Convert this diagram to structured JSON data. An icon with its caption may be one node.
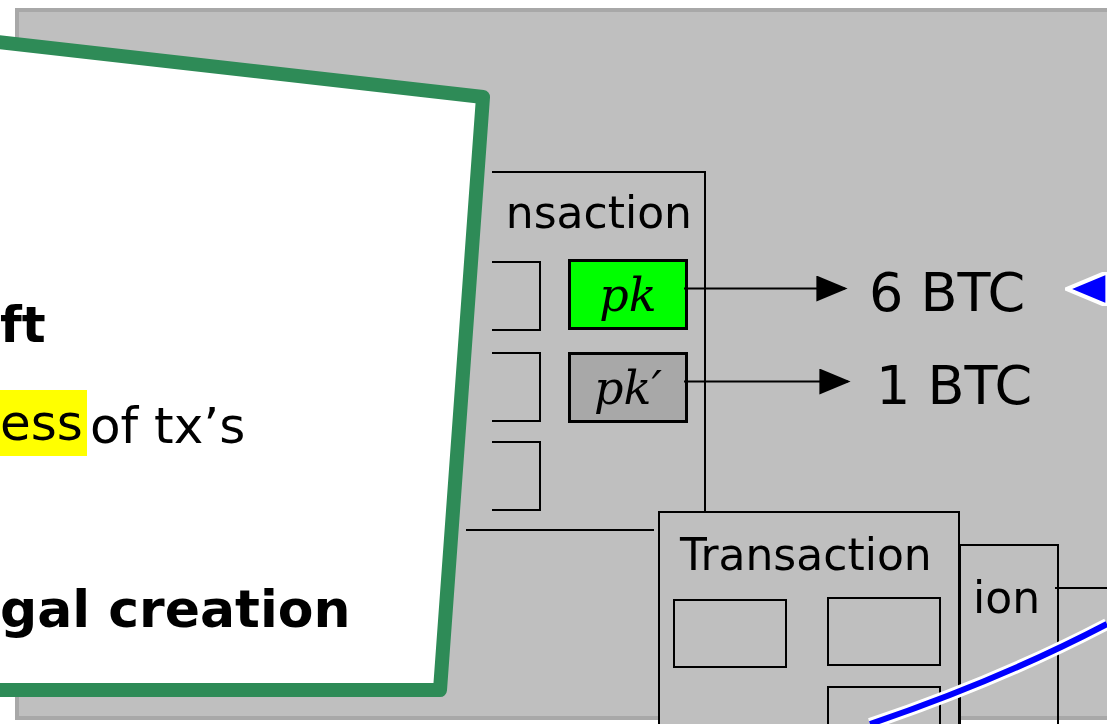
{
  "diagram": {
    "nodes": [
      {
        "text": [],
        "shape": "box"
      },
      {
        "text": [
          "nsaction"
        ],
        "in": 0
      },
      {
        "text": [],
        "shape": "box",
        "in": 1
      },
      {
        "text": [],
        "shape": "box",
        "in": 1
      },
      {
        "text": [],
        "shape": "box",
        "in": 1
      },
      {
        "text": [
          "pk"
        ],
        "in": 1
      },
      {
        "text": [
          "pk′"
        ],
        "in": 1
      },
      {
        "text": [
          "6 BTC"
        ],
        "in": 0
      },
      {
        "text": [
          "1 BTC"
        ],
        "in": 0
      },
      {
        "text": [
          "ion"
        ],
        "in": 0
      },
      {
        "text": [
          "Transaction"
        ],
        "in": 0
      },
      {
        "text": [],
        "shape": "box",
        "in": 10
      },
      {
        "text": [],
        "shape": "box",
        "in": 10
      },
      {
        "text": [],
        "shape": "box",
        "in": 10
      },
      {
        "text": [
          "ft",
          "ess",
          "of tx’s",
          "gal creation"
        ]
      }
    ],
    "edges": [
      {
        "from": 5,
        "to": 7,
        "arrow": "to"
      },
      {
        "from": 6,
        "to": 8,
        "arrow": "to"
      },
      {
        "from": null,
        "to": 7,
        "arrow": "to",
        "style": "thick",
        "color": "#0000ff"
      }
    ]
  }
}
